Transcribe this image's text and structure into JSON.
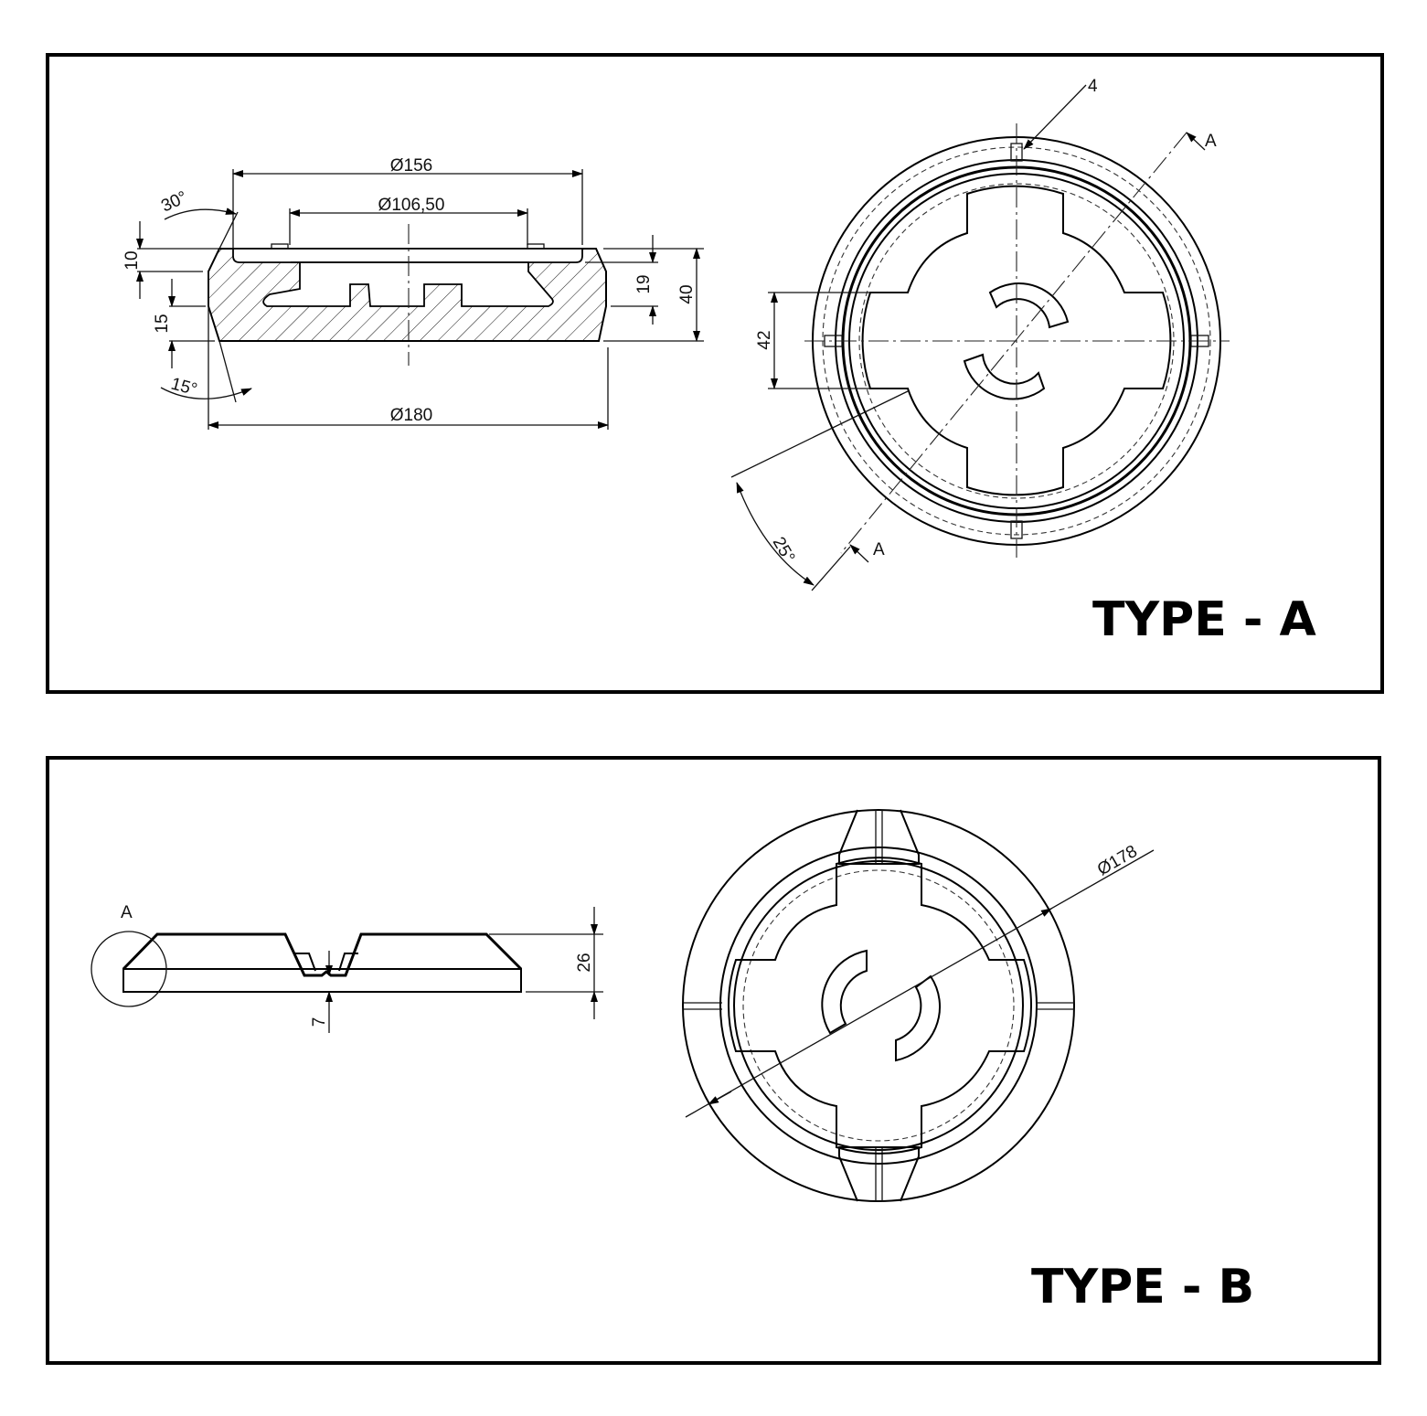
{
  "type_a": {
    "title": "TYPE - A",
    "section_view": {
      "dia_top": "Ø156",
      "dia_inner": "Ø106,50",
      "dia_bottom": "Ø180",
      "angle_top": "30°",
      "angle_bottom": "15°",
      "height_top": "10",
      "height_bottom": "15",
      "height_cavity": "19",
      "height_total": "40"
    },
    "plan_view": {
      "arm_width": "42",
      "angle": "25°",
      "slot_width": "4",
      "section_label_1": "A",
      "section_label_2": "A"
    }
  },
  "type_b": {
    "title": "TYPE - B",
    "side_view": {
      "detail_label": "A",
      "height_total": "26",
      "height_base": "7"
    },
    "plan_view": {
      "diameter": "Ø178"
    }
  }
}
